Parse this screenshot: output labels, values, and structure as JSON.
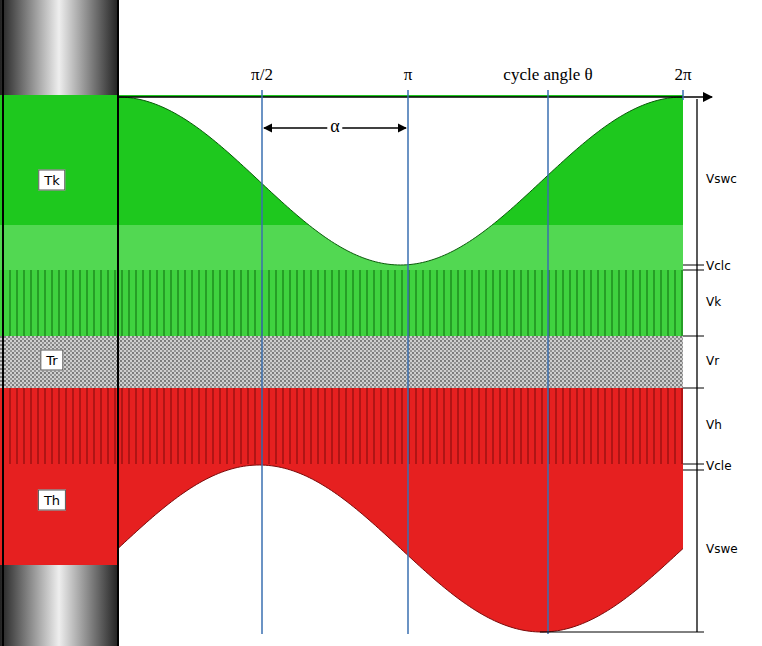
{
  "diagram": {
    "nodes": [
      {
        "text": [
          "Tk"
        ]
      },
      {
        "text": [
          "Tr"
        ]
      },
      {
        "text": [
          "Th"
        ]
      }
    ],
    "labels": [
      "π/2",
      "π",
      "cycle angle θ",
      "2π",
      "α",
      "Vswc",
      "Vclc",
      "Vk",
      "Vr",
      "Vh",
      "Vcle",
      "Vswe"
    ]
  }
}
